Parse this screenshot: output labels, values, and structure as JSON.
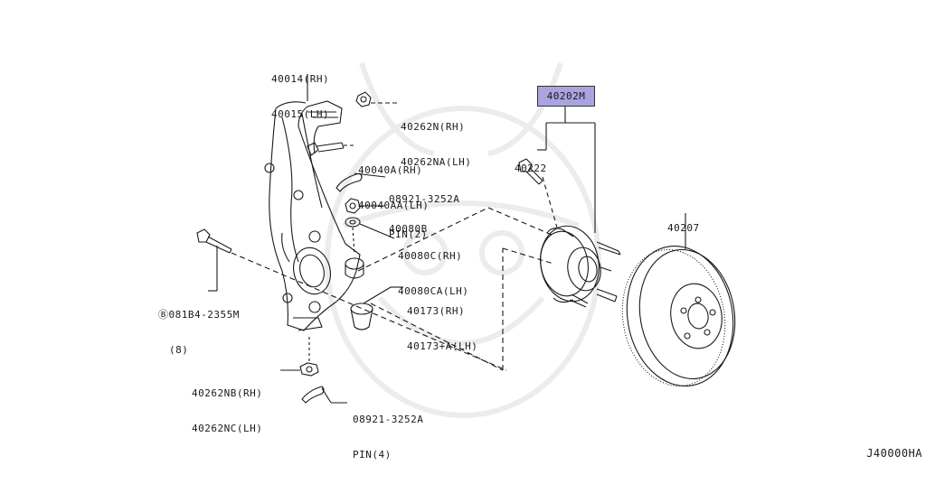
{
  "callouts": {
    "knuckle": {
      "line1": "40014(RH)",
      "line2": "40015(LH)"
    },
    "nut_upper": {
      "line1": "40262N(RH)",
      "line2": "40262NA(LH)"
    },
    "bolt_upper": {
      "line1": "40040A(RH)",
      "line2": "40040AA(LH)"
    },
    "pin_upper": {
      "line1": "08921-3252A",
      "line2": "PIN(2)"
    },
    "nut_40080b": {
      "line1": "40080B"
    },
    "washer": {
      "line1": "40080C(RH)",
      "line2": "40080CA(LH)"
    },
    "bolt_left": {
      "line1": "Ⓑ081B4-2355M",
      "line2": "(8)"
    },
    "bushing": {
      "line1": "40173(RH)",
      "line2": "40173+A(LH)"
    },
    "nut_lower": {
      "line1": "40262NB(RH)",
      "line2": "40262NC(LH)"
    },
    "pin_lower": {
      "line1": "08921-3252A",
      "line2": "PIN(4)"
    },
    "hub_bolt": {
      "line1": "40222"
    },
    "hub_assembly": {
      "line1": "40202M"
    },
    "rotor": {
      "line1": "40207"
    }
  },
  "diagram_id": "J40000HA",
  "colors": {
    "highlight": "#a9a4e0",
    "ink": "#1a1a1a",
    "watermark": "#ececec"
  }
}
